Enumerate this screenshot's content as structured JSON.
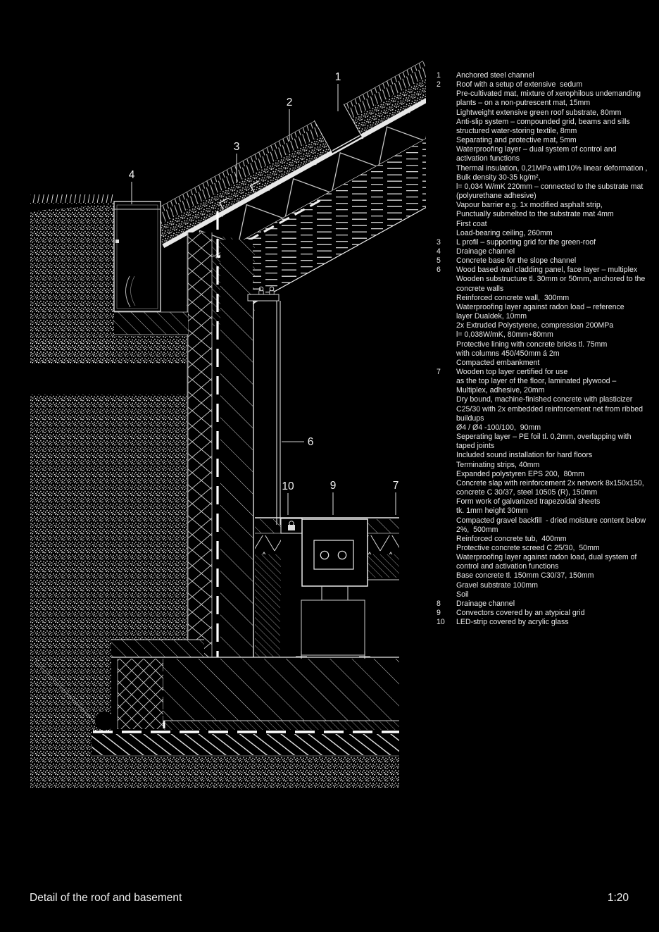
{
  "page": {
    "background": "#000000",
    "ink": "#ffffff",
    "text_color": "#e9e9e9"
  },
  "footer": {
    "title": "Detail of the roof and basement",
    "scale": "1:20"
  },
  "drawing": {
    "callouts": [
      "1",
      "2",
      "3",
      "4",
      "6",
      "10",
      "9",
      "7"
    ]
  },
  "legend": {
    "items": [
      {
        "num": "1",
        "lines": [
          "Anchored steel channel"
        ]
      },
      {
        "num": "2",
        "lines": [
          "Roof with a setup of extensive  sedum",
          "Pre-cultivated mat, mixture of xerophilous undemanding",
          "plants – on a non-putrescent mat, 15mm",
          "Lightweight extensive green roof substrate, 80mm",
          "Anti-slip system – compounded grid, beams and sills",
          "structured water-storing textile, 8mm",
          "Separating and protective mat, 5mm",
          "Waterproofing layer – dual system of control and",
          "activation functions",
          "Thermal insulation, 0,21MPa with10% linear deformation ,",
          "Bulk density 30-35 kg/m²,",
          "l= 0,034 W/mK 220mm – connected to the substrate mat",
          "(polyurethane adhesive)",
          "Vapour barrier e.g. 1x modified asphalt strip,",
          "Punctually submelted to the substrate mat 4mm",
          "First coat",
          "Load-bearing ceiling, 260mm"
        ]
      },
      {
        "num": "3",
        "lines": [
          "L profil – supporting grid for the green-roof"
        ]
      },
      {
        "num": "4",
        "lines": [
          "Drainage channel"
        ]
      },
      {
        "num": "5",
        "lines": [
          "Concrete base for the slope channel"
        ]
      },
      {
        "num": "6",
        "lines": [
          "Wood based wall cladding panel, face layer – multiplex",
          "Wooden substructure tl. 30mm or 50mm, anchored to the",
          "concrete walls",
          "Reinforced concrete wall,  300mm",
          "Waterproofing layer against radon load – reference",
          "layer Dualdek, 10mm",
          "2x Extruded Polystyrene, compression 200MPa",
          "l= 0,038W/mK, 80mm+80mm",
          "Protective lining with concrete bricks tl. 75mm",
          "with columns 450/450mm á 2m",
          "Compacted embankment"
        ]
      },
      {
        "num": "7",
        "lines": [
          "Wooden top layer certified for use",
          "as the top layer of the floor, laminated plywood –",
          "Multiplex, adhesive, 20mm",
          "Dry bound, machine-finished concrete with plasticizer",
          "C25/30 with 2x embedded reinforcement net from ribbed",
          "buildups",
          "Ø4 / Ø4 -100/100,  90mm",
          "Seperating layer – PE foil tl. 0,2mm, overlapping with",
          "taped joints",
          "Included sound installation for hard floors",
          "Terminating strips, 40mm",
          "Expanded polystyren EPS 200,  80mm",
          "Concrete slap with reinforcement 2x network 8x150x150,",
          "concrete C 30/37, steel 10505 (R), 150mm",
          "Form work of galvanized trapezoidal sheets",
          "tk. 1mm height 30mm",
          "Compacted gravel backfill  - dried moisture content below",
          "2%,  500mm",
          "Reinforced concrete tub,  400mm",
          "Protective concrete screed C 25/30,  50mm",
          "Waterproofing layer against radon load, dual system of",
          "control and activation functions",
          "Base concrete tl. 150mm C30/37, 150mm",
          "Gravel substrate 100mm",
          "Soil"
        ]
      },
      {
        "num": "8",
        "lines": [
          "Drainage channel"
        ]
      },
      {
        "num": "9",
        "lines": [
          "Convectors covered by an atypical grid"
        ]
      },
      {
        "num": "10",
        "lines": [
          "LED-strip covered by acrylic glass"
        ]
      }
    ]
  }
}
